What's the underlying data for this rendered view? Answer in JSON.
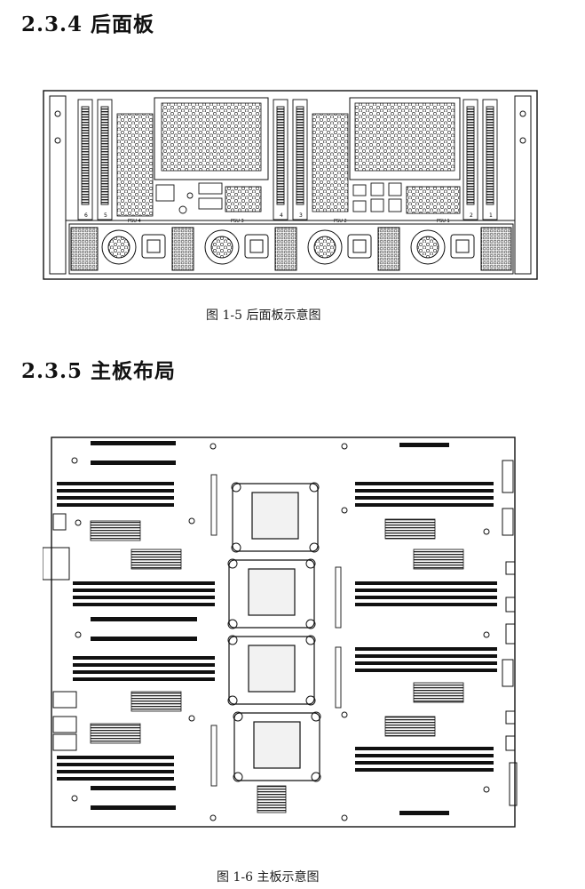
{
  "sections": [
    {
      "heading": "2.3.4 后面板",
      "caption": "图 1-5 后面板示意图"
    },
    {
      "heading": "2.3.5 主板布局",
      "caption": "图 1-6 主板示意图"
    }
  ],
  "rear_panel": {
    "slot_numbers": [
      "6",
      "5",
      "4",
      "3",
      "2",
      "1"
    ],
    "psu_labels": [
      "PSU 4",
      "PSU 3",
      "PSU 2",
      "PSU 1"
    ]
  }
}
